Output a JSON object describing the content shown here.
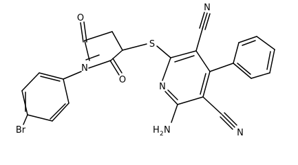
{
  "atom_labels": {
    "o_top": "O",
    "o_right": "O",
    "n_pyrrolidine": "N",
    "s": "S",
    "n_pyridine": "N",
    "n_nitrile_top": "N",
    "n_nitrile_bottom": "N",
    "br": "Br",
    "amino_h": "H",
    "amino_h_count": "2",
    "amino_n": "N"
  }
}
